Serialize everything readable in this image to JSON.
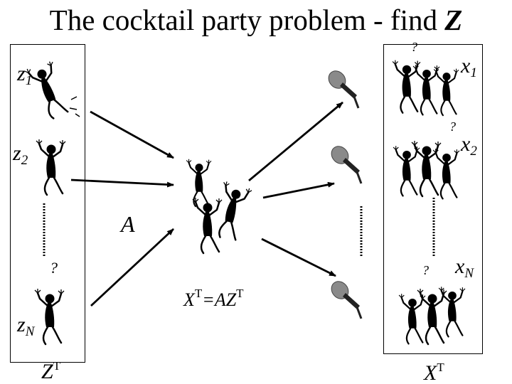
{
  "title": {
    "prefix": "The cocktail party problem - find ",
    "variable": "Z"
  },
  "sources": {
    "z1": {
      "base": "z",
      "sub": "1"
    },
    "z2": {
      "base": "z",
      "sub": "2"
    },
    "zN": {
      "base": "z",
      "sub": "N"
    }
  },
  "observations": {
    "x1": {
      "base": "x",
      "sub": "1"
    },
    "x2": {
      "base": "x",
      "sub": "2"
    },
    "xN": {
      "base": "x",
      "sub": "N"
    }
  },
  "mixing_label": "A",
  "equation": {
    "x": "X",
    "t1": "T",
    "mid": "=AZ",
    "t2": "T"
  },
  "left_caption": {
    "base": "Z",
    "sup": "T"
  },
  "right_caption": {
    "base": "X",
    "sup": "T"
  },
  "icons": [
    "dancer-icon",
    "microphone-icon",
    "question-mark-icon",
    "music-notes-icon"
  ]
}
